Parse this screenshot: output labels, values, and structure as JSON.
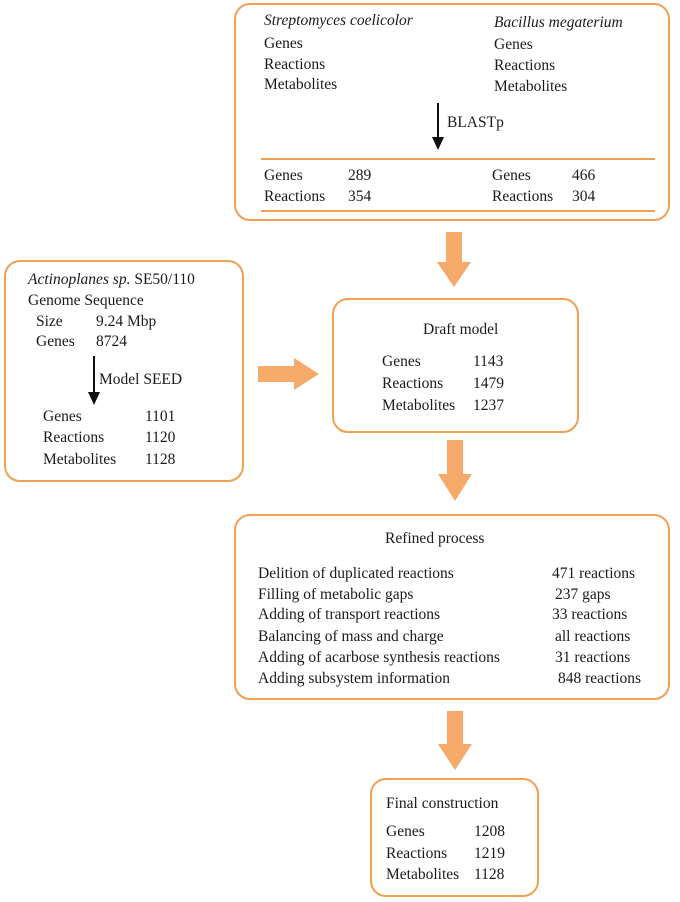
{
  "top": {
    "left_organism": "Streptomyces coelicolor",
    "right_organism": "Bacillus megaterium",
    "rows": [
      "Genes",
      "Reactions",
      "Metabolites"
    ],
    "method": "BLASTp",
    "left_results": [
      {
        "label": "Genes",
        "value": "289"
      },
      {
        "label": "Reactions",
        "value": "354"
      }
    ],
    "right_results": [
      {
        "label": "Genes",
        "value": "466"
      },
      {
        "label": "Reactions",
        "value": "304"
      }
    ]
  },
  "actino": {
    "organism": "Actinoplanes sp.",
    "strain": "SE50/110",
    "genome_label": "Genome Sequence",
    "size_label": "Size",
    "size_value": "9.24 Mbp",
    "genes_label": "Genes",
    "genes_value": "8724",
    "method": "Model SEED",
    "results": [
      {
        "label": "Genes",
        "value": "1101"
      },
      {
        "label": "Reactions",
        "value": "1120"
      },
      {
        "label": "Metabolites",
        "value": "1128"
      }
    ]
  },
  "draft": {
    "title": "Draft model",
    "results": [
      {
        "label": "Genes",
        "value": "1143"
      },
      {
        "label": "Reactions",
        "value": "1479"
      },
      {
        "label": "Metabolites",
        "value": "1237"
      }
    ]
  },
  "refined": {
    "title": "Refined process",
    "steps": [
      {
        "label": "Delition of duplicated reactions",
        "value": "471 reactions"
      },
      {
        "label": "Filling of metabolic gaps",
        "value": "237 gaps"
      },
      {
        "label": "Adding of transport reactions",
        "value": "33 reactions"
      },
      {
        "label": "Balancing of mass and charge",
        "value": "all reactions"
      },
      {
        "label": "Adding of acarbose synthesis reactions",
        "value": "31 reactions"
      },
      {
        "label": "Adding subsystem information",
        "value": "848 reactions"
      }
    ]
  },
  "final": {
    "title": "Final construction",
    "results": [
      {
        "label": "Genes",
        "value": "1208"
      },
      {
        "label": "Reactions",
        "value": "1219"
      },
      {
        "label": "Metabolites",
        "value": "1128"
      }
    ]
  },
  "colors": {
    "box_border": "#f0a050",
    "flow_arrow": "#f5aa6a",
    "text": "#1a1a1a",
    "method_arrow": "#111111"
  }
}
